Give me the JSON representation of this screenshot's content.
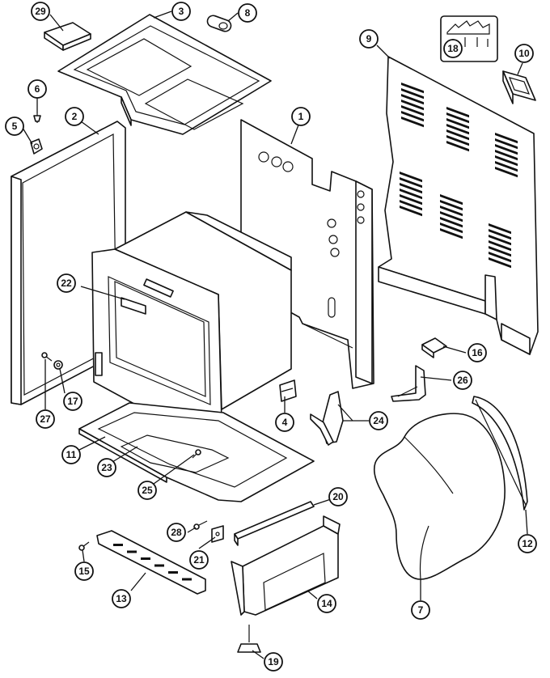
{
  "diagram": {
    "callouts": [
      {
        "id": "c1",
        "label": "1"
      },
      {
        "id": "c2",
        "label": "2"
      },
      {
        "id": "c3",
        "label": "3"
      },
      {
        "id": "c4",
        "label": "4"
      },
      {
        "id": "c5",
        "label": "5"
      },
      {
        "id": "c6",
        "label": "6"
      },
      {
        "id": "c7",
        "label": "7"
      },
      {
        "id": "c8",
        "label": "8"
      },
      {
        "id": "c9",
        "label": "9"
      },
      {
        "id": "c10",
        "label": "10"
      },
      {
        "id": "c11",
        "label": "11"
      },
      {
        "id": "c12",
        "label": "12"
      },
      {
        "id": "c13",
        "label": "13"
      },
      {
        "id": "c14",
        "label": "14"
      },
      {
        "id": "c15",
        "label": "15"
      },
      {
        "id": "c16",
        "label": "16"
      },
      {
        "id": "c17",
        "label": "17"
      },
      {
        "id": "c18",
        "label": "18"
      },
      {
        "id": "c19",
        "label": "19"
      },
      {
        "id": "c20",
        "label": "20"
      },
      {
        "id": "c21",
        "label": "21"
      },
      {
        "id": "c22",
        "label": "22"
      },
      {
        "id": "c23",
        "label": "23"
      },
      {
        "id": "c24",
        "label": "24"
      },
      {
        "id": "c25",
        "label": "25"
      },
      {
        "id": "c26",
        "label": "26"
      },
      {
        "id": "c27",
        "label": "27"
      },
      {
        "id": "c28",
        "label": "28"
      },
      {
        "id": "c29",
        "label": "29"
      }
    ]
  }
}
